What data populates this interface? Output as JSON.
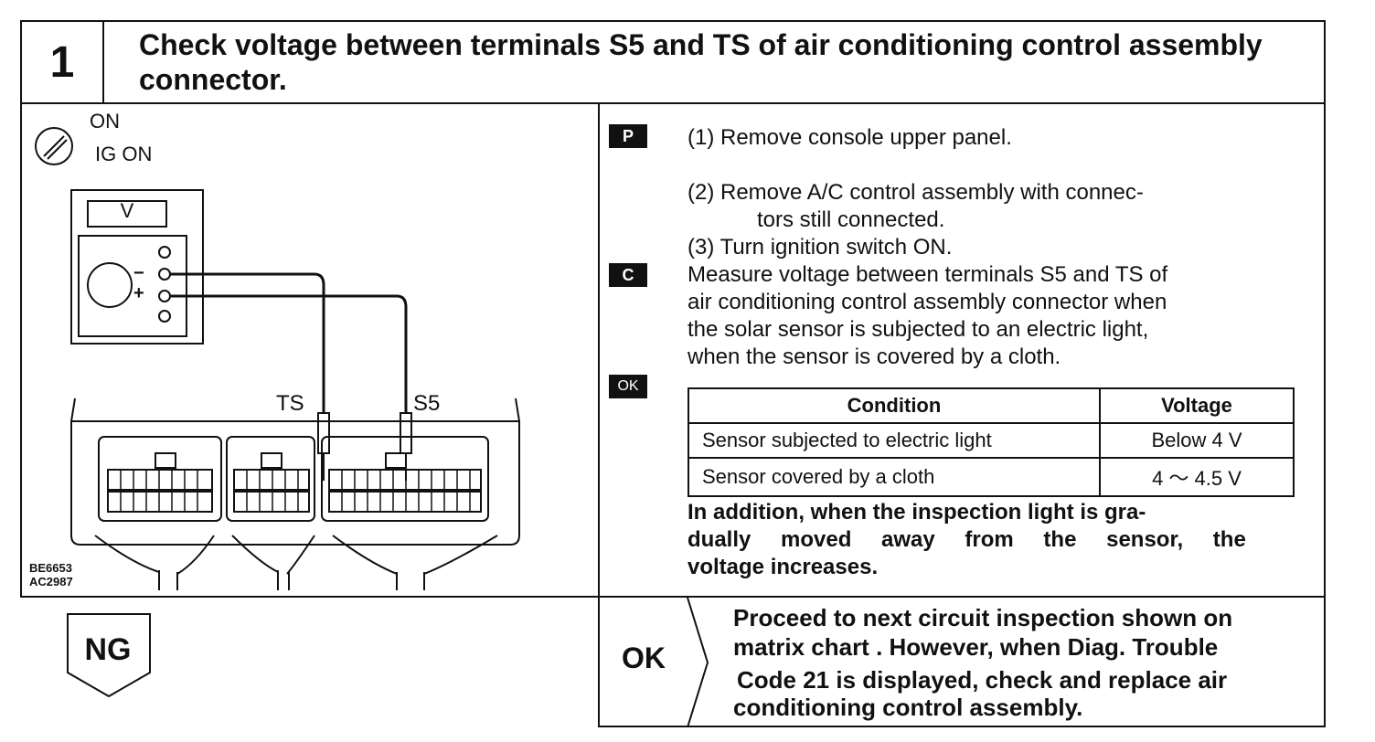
{
  "step": {
    "number": "1",
    "title": "Check voltage between terminals S5 and TS of air conditioning control assembly connector."
  },
  "diagram": {
    "ignition_on": "ON",
    "ignition_ig_on": "IG ON",
    "meter_label": "V",
    "minus": "−",
    "plus": "+",
    "terminal_ts": "TS",
    "terminal_s5": "S5",
    "code1": "BE6653",
    "code2": "AC2987"
  },
  "procedure": {
    "tag_p": "P",
    "step1": "(1)  Remove console upper panel.",
    "step2_line1": "(2)  Remove A/C control assembly with connec-",
    "step2_line2": "tors still connected.",
    "step3": "(3)  Turn ignition switch ON.",
    "tag_c": "C",
    "measure_line1": "Measure voltage between terminals S5 and TS of",
    "measure_line2": "air conditioning control assembly connector when",
    "measure_line3": "the solar sensor is subjected to an electric light,",
    "measure_line4": "when the sensor is covered by a cloth.",
    "tag_ok": "OK"
  },
  "table": {
    "headers": [
      "Condition",
      "Voltage"
    ],
    "rows": [
      [
        "Sensor subjected to electric light",
        "Below 4 V"
      ],
      [
        "Sensor covered by a cloth",
        "4 ～ 4.5 V"
      ]
    ]
  },
  "note": {
    "line1": "In addition, when the inspection light is gra-",
    "line2": "dually moved away from the sensor, the",
    "line3": "voltage increases."
  },
  "result": {
    "ng_label": "NG",
    "ok_label": "OK",
    "ok_line1": "Proceed to next circuit inspection shown on",
    "ok_line2": "matrix chart . However,  when Diag. Trouble",
    "ok_line3": "Code 21 is displayed, check and replace air",
    "ok_line4": "conditioning control assembly."
  }
}
